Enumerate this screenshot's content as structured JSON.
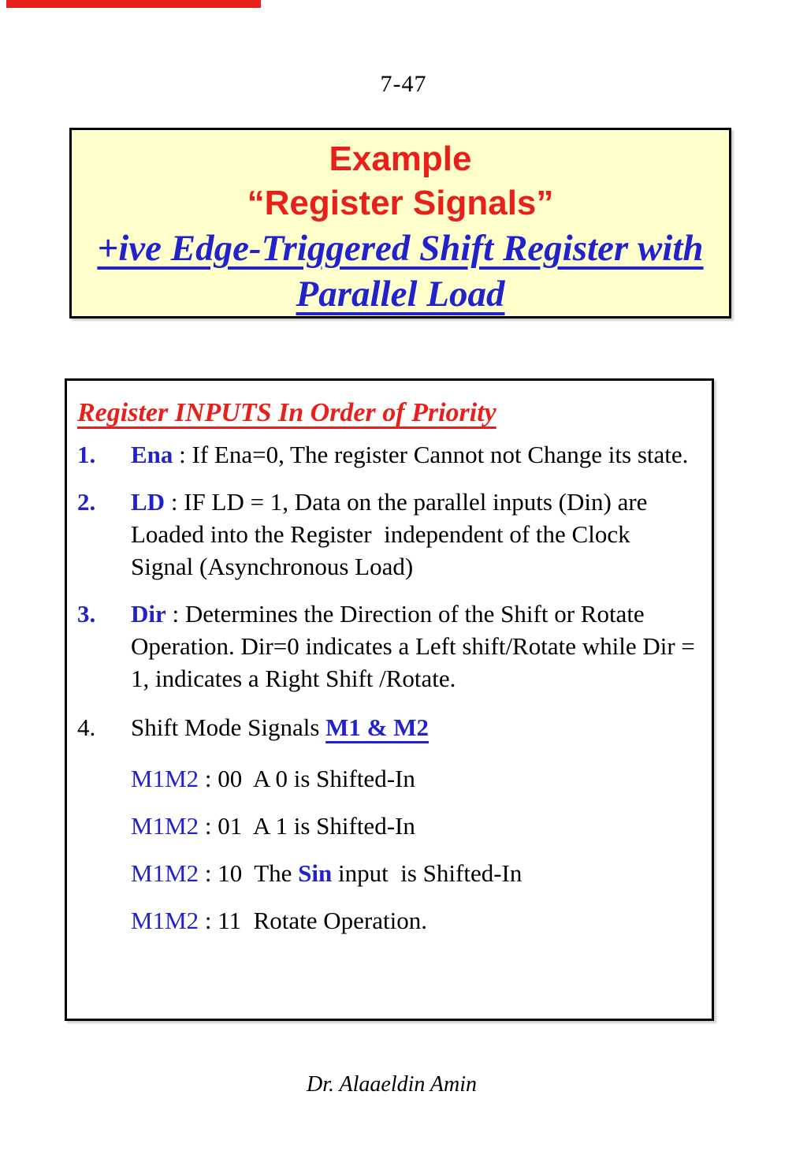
{
  "colors": {
    "red": "#e8201c",
    "blue": "#2222cc",
    "title_bg": "#ffffcc"
  },
  "page": {
    "number": "7-47",
    "footer": "Dr. Alaaeldin Amin"
  },
  "title_box": {
    "line1": "Example",
    "line2": "“Register Signals”",
    "line3": "+ive Edge-Triggered Shift Register with",
    "line4": "Parallel Load"
  },
  "content_box": {
    "heading": "Register INPUTS In Order of Priority",
    "items": [
      {
        "number": "1.",
        "term": "Ena",
        "rest": " : If Ena=0, The register Cannot not Change its state."
      },
      {
        "number": "2.",
        "term": "LD",
        "rest": " : IF LD = 1, Data on the parallel inputs (Din) are Loaded into the Register  independent of the Clock Signal (Asynchronous Load)"
      },
      {
        "number": "3.",
        "term": "Dir",
        "rest": " : Determines the Direction of the Shift or Rotate Operation. Dir=0 indicates a Left shift/Rotate while Dir = 1, indicates a Right Shift /Rotate."
      },
      {
        "number": "4.",
        "prefix": "Shift Mode Signals ",
        "link": "M1 & M2"
      }
    ],
    "modes": [
      {
        "label": "M1M2",
        "rest": " : 00  A 0 is Shifted-In"
      },
      {
        "label": "M1M2",
        "rest": " : 01  A 1 is Shifted-In"
      },
      {
        "label": "M1M2",
        "before": " : 10  The ",
        "term": "Sin",
        "after": " input  is Shifted-In"
      },
      {
        "label": "M1M2",
        "rest": " : 11  Rotate Operation."
      }
    ]
  }
}
